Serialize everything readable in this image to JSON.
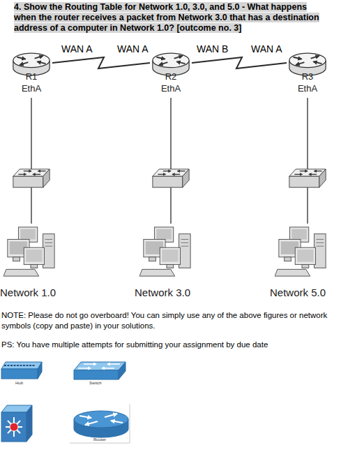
{
  "diagram": {
    "title": "4. Show the Routing Table for Network 1.0, 3.0, and 5.0 - What happens when the router receives a packet from Network 3.0 that has a destination address of a computer in Network 1.0? [outcome no. 3]",
    "nodes": [
      {
        "text": [
          "R1",
          "EthA"
        ]
      },
      {
        "text": [
          "R2",
          "EthA"
        ]
      },
      {
        "text": [
          "R3",
          "EthA"
        ]
      },
      {
        "text": [
          "Network 1.0"
        ]
      },
      {
        "text": [
          "Network 3.0"
        ]
      },
      {
        "text": [
          "Network 5.0"
        ]
      }
    ],
    "edges": [
      {
        "from": 0,
        "to": 1,
        "arrow": "none"
      },
      {
        "from": 1,
        "to": 2,
        "arrow": "none"
      },
      {
        "from": 0,
        "to": 3,
        "arrow": "none"
      },
      {
        "from": 1,
        "to": 4,
        "arrow": "none"
      },
      {
        "from": 2,
        "to": 5,
        "arrow": "none"
      }
    ],
    "labels": [
      "WAN A",
      "WAN A",
      "WAN B",
      "WAN A",
      "NOTE: Please do not go overboard! You can simply use any of the above figures or network symbols (copy and paste) in your solutions.",
      "PS: You have multiple attempts for submitting your assignment by due date"
    ],
    "legend": [
      {
        "text": "Hub"
      },
      {
        "text": "Switch"
      },
      {
        "text": "Router"
      }
    ]
  }
}
